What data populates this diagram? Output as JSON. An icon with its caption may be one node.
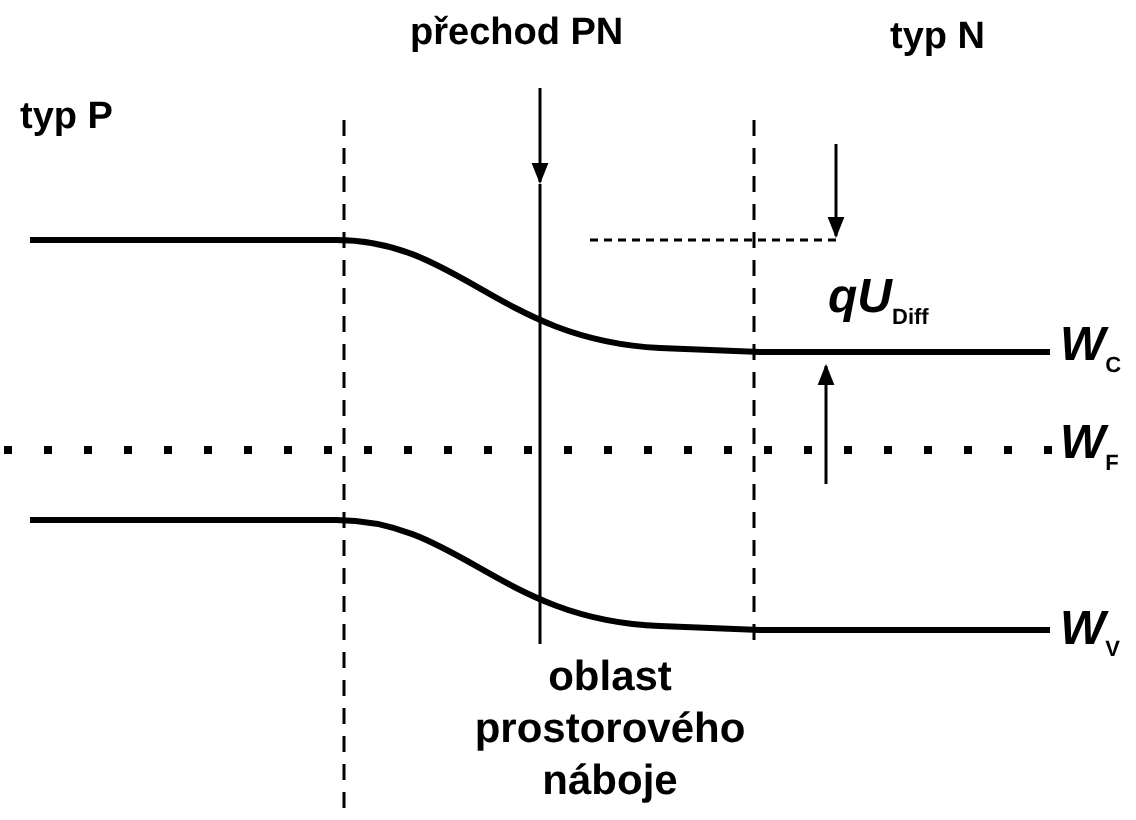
{
  "diagram": {
    "nodes": [
      {
        "text": [
          "přechod PN"
        ]
      },
      {
        "text": [],
        "shape": "line"
      }
    ],
    "edges": [
      {
        "from": 0,
        "to": 1,
        "arrow": "to"
      }
    ],
    "labels": [
      "typ P",
      "typ N",
      "qU$_{Diff}$",
      "W$_{C}$",
      "W$_{F}$",
      "W$_{V}$",
      "oblast prostorového náboje"
    ]
  }
}
